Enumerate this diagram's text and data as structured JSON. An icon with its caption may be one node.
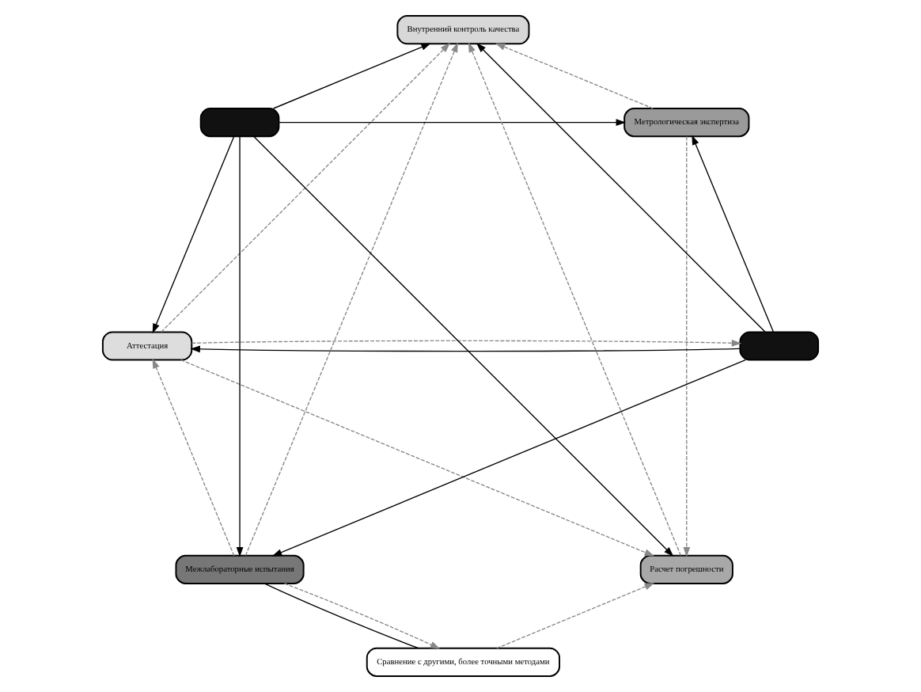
{
  "diagram": {
    "nodes": [
      {
        "text": [
          "Метрологическая экспертиза"
        ]
      },
      {
        "text": [
          "Сравнение с другими, более точными методами"
        ]
      },
      {
        "text": [
          "Аттестация"
        ]
      },
      {
        "text": [],
        "shape": "box"
      },
      {
        "text": [
          "Межлабораторные испытания"
        ]
      },
      {
        "text": [
          "Внутренний контроль качества"
        ]
      },
      {
        "text": [],
        "shape": "box"
      },
      {
        "text": [
          "Расчет погрешности"
        ]
      }
    ],
    "edges": [
      {
        "from": 6,
        "to": 0,
        "arrow": "to"
      },
      {
        "from": 6,
        "to": 2,
        "arrow": "to"
      },
      {
        "from": 6,
        "to": 4,
        "arrow": "to"
      },
      {
        "from": 6,
        "to": 5,
        "arrow": "to"
      },
      {
        "from": 6,
        "to": 7,
        "arrow": "to"
      },
      {
        "from": 3,
        "to": 0,
        "arrow": "to"
      },
      {
        "from": 3,
        "to": 2,
        "arrow": "to"
      },
      {
        "from": 3,
        "to": 4,
        "arrow": "to"
      },
      {
        "from": 3,
        "to": 5,
        "arrow": "to"
      },
      {
        "from": 1,
        "to": 4,
        "arrow": "none"
      },
      {
        "from": 4,
        "to": 2,
        "arrow": "to",
        "style": "dashed",
        "color": "#888888"
      },
      {
        "from": 2,
        "to": 5,
        "arrow": "to",
        "style": "dashed",
        "color": "#888888"
      },
      {
        "from": 0,
        "to": 5,
        "arrow": "to",
        "style": "dashed",
        "color": "#888888"
      },
      {
        "from": 0,
        "to": 7,
        "arrow": "to",
        "style": "dashed",
        "color": "#888888"
      },
      {
        "from": 1,
        "to": 7,
        "arrow": "to",
        "style": "dashed",
        "color": "#888888"
      },
      {
        "from": 2,
        "to": 7,
        "arrow": "to",
        "style": "dashed",
        "color": "#888888"
      },
      {
        "from": 4,
        "to": 5,
        "arrow": "to",
        "style": "dashed",
        "color": "#888888"
      },
      {
        "from": 7,
        "to": 5,
        "arrow": "to",
        "style": "dashed",
        "color": "#888888"
      },
      {
        "from": 2,
        "to": 3,
        "arrow": "to",
        "style": "dashed",
        "color": "#888888"
      },
      {
        "from": 4,
        "to": 1,
        "arrow": "to",
        "style": "dashed",
        "color": "#888888"
      }
    ]
  }
}
